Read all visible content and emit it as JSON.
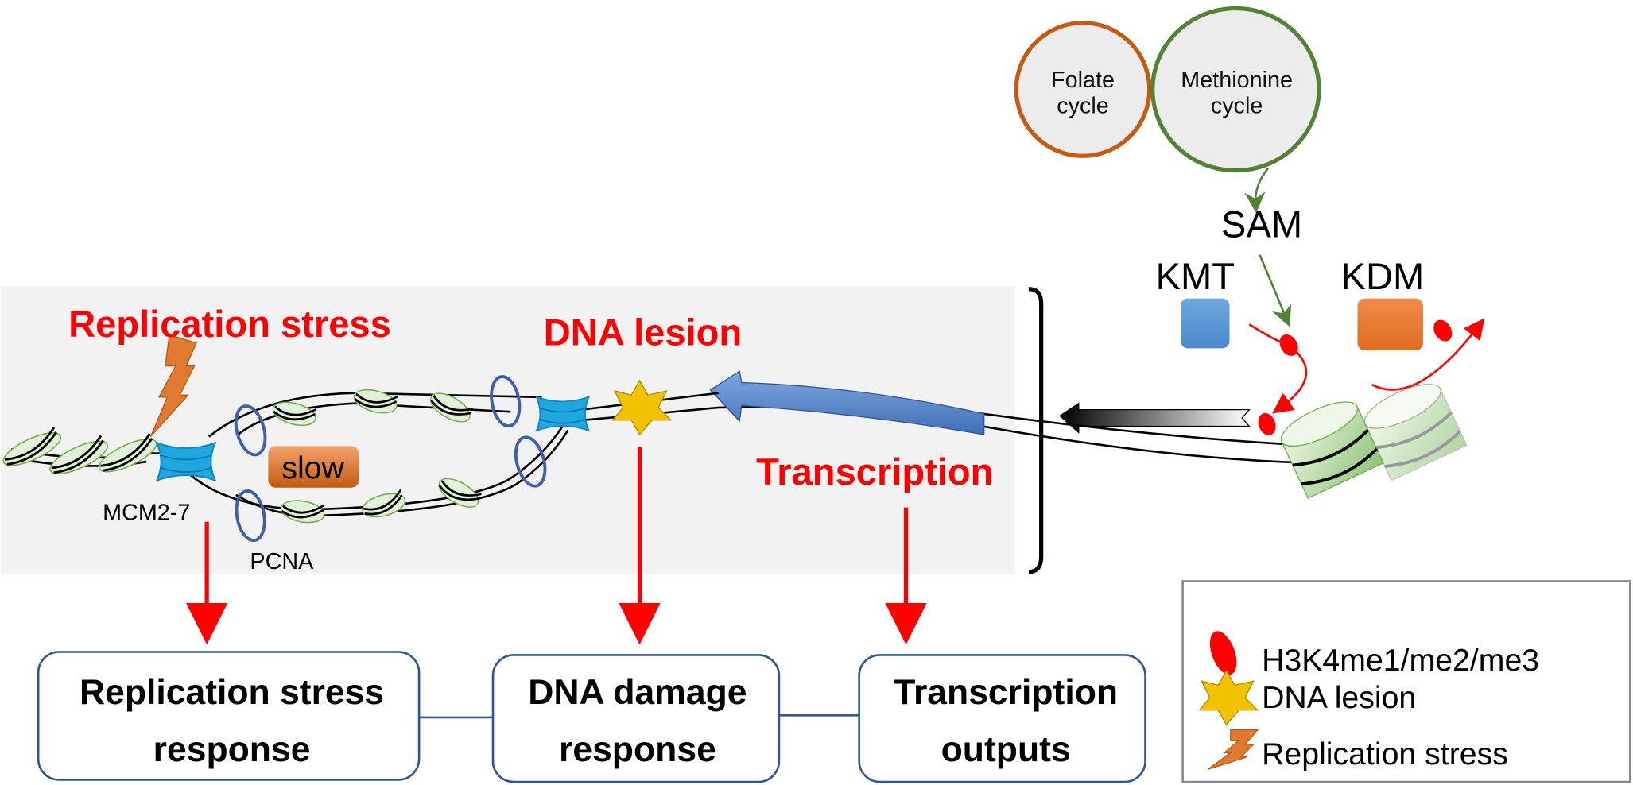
{
  "cycles": {
    "folate": {
      "line1": "Folate",
      "line2": "cycle",
      "color": "#c55a11"
    },
    "methionine": {
      "line1": "Methionine",
      "line2": "cycle",
      "color": "#538135"
    }
  },
  "labels": {
    "sam": "SAM",
    "kmt": "KMT",
    "kdm": "KDM",
    "replication_stress": "Replication stress",
    "dna_lesion": "DNA lesion",
    "transcription": "Transcription",
    "slow": "slow",
    "mcm": "MCM2-7",
    "pcna": "PCNA"
  },
  "outcomes": [
    {
      "line1": "Replication stress",
      "line2": "response"
    },
    {
      "line1": "DNA damage",
      "line2": "response"
    },
    {
      "line1": "Transcription",
      "line2": "outputs"
    }
  ],
  "legend": [
    {
      "icon": "red-ellipse",
      "label": "H3K4me1/me2/me3"
    },
    {
      "icon": "yellow-star",
      "label": "DNA lesion"
    },
    {
      "icon": "lightning-bolt",
      "label": "Replication stress"
    }
  ],
  "colors": {
    "accent_red": "#ff0000",
    "kmt_blue": "#5b9bd5",
    "kdm_orange": "#ed7d31",
    "box_border": "#2f5597",
    "panel_bg": "#f2f2f2"
  }
}
